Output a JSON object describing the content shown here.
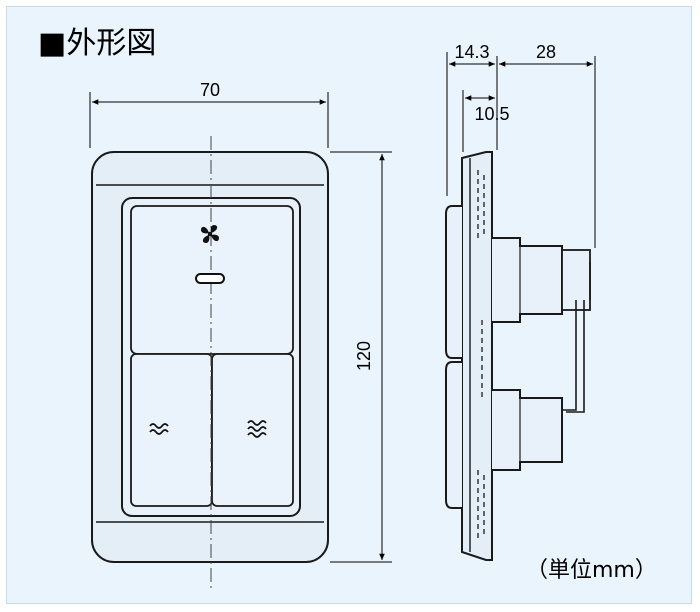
{
  "title": "■外形図",
  "unit_note": "（単位mm）",
  "dimensions": {
    "width": "70",
    "height": "120",
    "side_total_top": "14.3",
    "side_protrusion": "28",
    "side_inner": "10.5"
  },
  "icons": {
    "fan": "fan-icon",
    "indicator": "indicator-lamp",
    "wave_left": "≈",
    "wave_right": "≋"
  },
  "colors": {
    "background": "#eaf4fc",
    "line": "#1a1a1a"
  }
}
